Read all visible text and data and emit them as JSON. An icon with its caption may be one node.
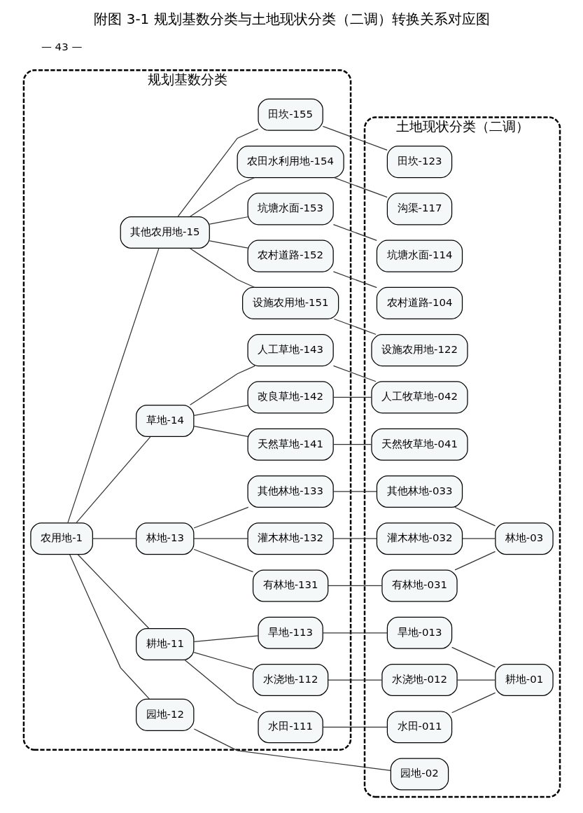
{
  "diagram": {
    "title": "附图 3-1 规划基数分类与土地现状分类（二调）转换关系对应图",
    "nodes": [
      {
        "text": [
          "规划基数分类"
        ]
      },
      {
        "text": [
          "土地现状分类（二调）"
        ]
      },
      {
        "text": [
          "农用地-1"
        ],
        "in": 0
      },
      {
        "text": [
          "耕地-11"
        ],
        "in": 0
      },
      {
        "text": [
          "园地-12"
        ],
        "in": 0
      },
      {
        "text": [
          "林地-13"
        ],
        "in": 0
      },
      {
        "text": [
          "草地-14"
        ],
        "in": 0
      },
      {
        "text": [
          "其他农用地-15"
        ],
        "in": 0
      },
      {
        "text": [
          "水田-111"
        ],
        "in": 0
      },
      {
        "text": [
          "水浇地-112"
        ],
        "in": 0
      },
      {
        "text": [
          "旱地-113"
        ],
        "in": 0
      },
      {
        "text": [
          "有林地-131"
        ],
        "in": 0
      },
      {
        "text": [
          "灌木林地-132"
        ],
        "in": 0
      },
      {
        "text": [
          "其他林地-133"
        ],
        "in": 0
      },
      {
        "text": [
          "天然草地-141"
        ],
        "in": 0
      },
      {
        "text": [
          "改良草地-142"
        ],
        "in": 0
      },
      {
        "text": [
          "人工草地-143"
        ],
        "in": 0
      },
      {
        "text": [
          "设施农用地-151"
        ],
        "in": 0
      },
      {
        "text": [
          "农村道路-152"
        ],
        "in": 0
      },
      {
        "text": [
          "坑塘水面-153"
        ],
        "in": 0
      },
      {
        "text": [
          "农田水利用地-154"
        ],
        "in": 0
      },
      {
        "text": [
          "田坎-155"
        ],
        "in": 0
      },
      {
        "text": [
          "水田-011"
        ],
        "in": 1
      },
      {
        "text": [
          "水浇地-012"
        ],
        "in": 1
      },
      {
        "text": [
          "旱地-013"
        ],
        "in": 1
      },
      {
        "text": [
          "有林地-031"
        ],
        "in": 1
      },
      {
        "text": [
          "灌木林地-032"
        ],
        "in": 1
      },
      {
        "text": [
          "其他林地-033"
        ],
        "in": 1
      },
      {
        "text": [
          "天然牧草地-041"
        ],
        "in": 1
      },
      {
        "text": [
          "人工牧草地-042"
        ],
        "in": 1
      },
      {
        "text": [
          "设施农用地-122"
        ],
        "in": 1
      },
      {
        "text": [
          "农村道路-104"
        ],
        "in": 1
      },
      {
        "text": [
          "坑塘水面-114"
        ],
        "in": 1
      },
      {
        "text": [
          "沟渠-117"
        ],
        "in": 1
      },
      {
        "text": [
          "田坎-123"
        ],
        "in": 1
      },
      {
        "text": [
          "耕地-01"
        ],
        "in": 1
      },
      {
        "text": [
          "园地-02"
        ],
        "in": 1
      },
      {
        "text": [
          "林地-03"
        ],
        "in": 1
      }
    ],
    "edges": [
      {
        "from": 2,
        "to": 3,
        "arrow": "none"
      },
      {
        "from": 2,
        "to": 4,
        "arrow": "none"
      },
      {
        "from": 2,
        "to": 5,
        "arrow": "none"
      },
      {
        "from": 2,
        "to": 6,
        "arrow": "none"
      },
      {
        "from": 2,
        "to": 7,
        "arrow": "none"
      },
      {
        "from": 3,
        "to": 8,
        "arrow": "none"
      },
      {
        "from": 3,
        "to": 9,
        "arrow": "none"
      },
      {
        "from": 3,
        "to": 10,
        "arrow": "none"
      },
      {
        "from": 5,
        "to": 11,
        "arrow": "none"
      },
      {
        "from": 5,
        "to": 12,
        "arrow": "none"
      },
      {
        "from": 5,
        "to": 13,
        "arrow": "none"
      },
      {
        "from": 6,
        "to": 14,
        "arrow": "none"
      },
      {
        "from": 6,
        "to": 15,
        "arrow": "none"
      },
      {
        "from": 6,
        "to": 16,
        "arrow": "none"
      },
      {
        "from": 7,
        "to": 17,
        "arrow": "none"
      },
      {
        "from": 7,
        "to": 18,
        "arrow": "none"
      },
      {
        "from": 7,
        "to": 19,
        "arrow": "none"
      },
      {
        "from": 7,
        "to": 20,
        "arrow": "none"
      },
      {
        "from": 7,
        "to": 21,
        "arrow": "none"
      },
      {
        "from": 8,
        "to": 22,
        "arrow": "none"
      },
      {
        "from": 9,
        "to": 23,
        "arrow": "none"
      },
      {
        "from": 10,
        "to": 24,
        "arrow": "none"
      },
      {
        "from": 4,
        "to": 36,
        "arrow": "none"
      },
      {
        "from": 11,
        "to": 25,
        "arrow": "none"
      },
      {
        "from": 12,
        "to": 26,
        "arrow": "none"
      },
      {
        "from": 13,
        "to": 27,
        "arrow": "none"
      },
      {
        "from": 14,
        "to": 28,
        "arrow": "none"
      },
      {
        "from": 15,
        "to": 29,
        "arrow": "none"
      },
      {
        "from": 16,
        "to": 29,
        "arrow": "none"
      },
      {
        "from": 17,
        "to": 30,
        "arrow": "none"
      },
      {
        "from": 18,
        "to": 31,
        "arrow": "none"
      },
      {
        "from": 19,
        "to": 32,
        "arrow": "none"
      },
      {
        "from": 20,
        "to": 33,
        "arrow": "none"
      },
      {
        "from": 21,
        "to": 34,
        "arrow": "none"
      },
      {
        "from": 22,
        "to": 35,
        "arrow": "none"
      },
      {
        "from": 23,
        "to": 35,
        "arrow": "none"
      },
      {
        "from": 24,
        "to": 35,
        "arrow": "none"
      },
      {
        "from": 25,
        "to": 37,
        "arrow": "none"
      },
      {
        "from": 26,
        "to": 37,
        "arrow": "none"
      },
      {
        "from": 27,
        "to": 37,
        "arrow": "none"
      }
    ],
    "labels": [
      "— 43 —"
    ]
  }
}
